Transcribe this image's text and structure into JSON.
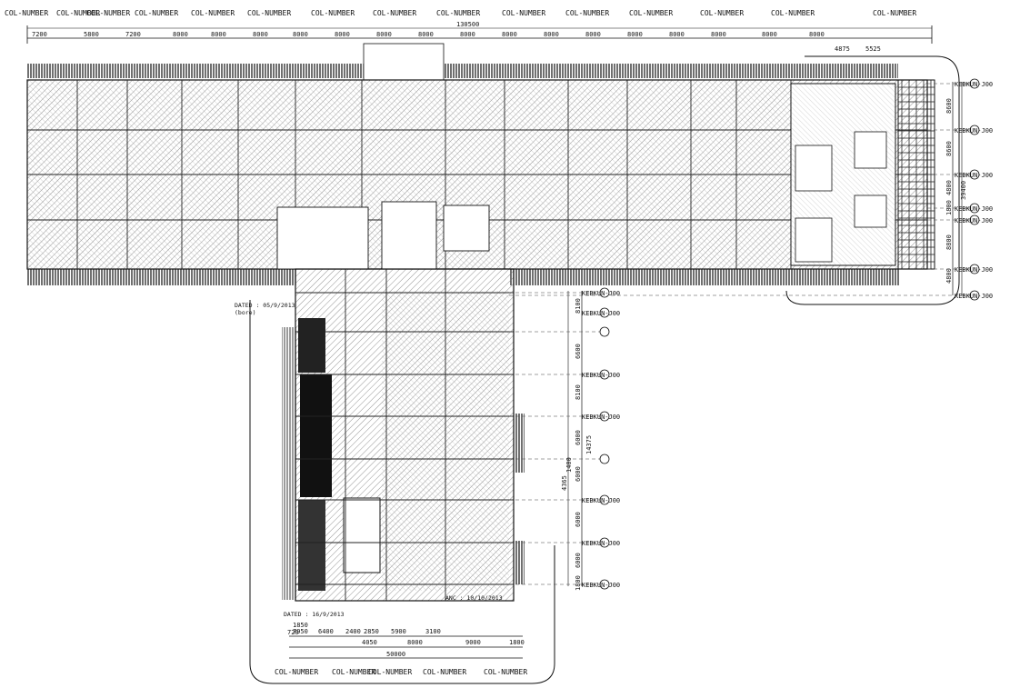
{
  "column_header_top": "COL-NUMBER",
  "column_header_bottom": "COL-NUMBER",
  "side_label": "KEBKUN-J00",
  "top_overall_dimension": "130500",
  "top_dimensions": [
    "7200",
    "5800",
    "7200",
    "8000",
    "8000",
    "8000",
    "8000",
    "8000",
    "8000",
    "8000",
    "8000",
    "8000",
    "8000",
    "8000",
    "8000",
    "8000",
    "8000",
    "8000",
    "8000"
  ],
  "top_right_subdims": [
    "4875",
    "5525"
  ],
  "right_dimensions": [
    "8600",
    "8600",
    "4800",
    "1800",
    "8800",
    "4800"
  ],
  "right_overall": "39400",
  "lower_right_dimensions": [
    "8100",
    "6600",
    "8100",
    "6000",
    "6000",
    "6000",
    "6000",
    "1800"
  ],
  "lower_vertical_dims": [
    "4365",
    "1400",
    "14375"
  ],
  "bottom_dims_row1": [
    "7950",
    "6400",
    "2400",
    "2850",
    "5900",
    "3100"
  ],
  "bottom_dims_row2": [
    "4050",
    "8000",
    "9000",
    "1800"
  ],
  "bottom_dims_small": [
    "1850",
    "720"
  ],
  "bottom_overall": "50000",
  "note_dated_top": "DATED : 05/9/2013",
  "note_dated_top_sub": "(bore)",
  "note_dated_bottom": "DATED : 16/9/2013",
  "note_bottom_mid": "ANC : 10/10/2013",
  "colors": {
    "line": "#111111",
    "hatch": "#555555",
    "background": "#ffffff"
  }
}
